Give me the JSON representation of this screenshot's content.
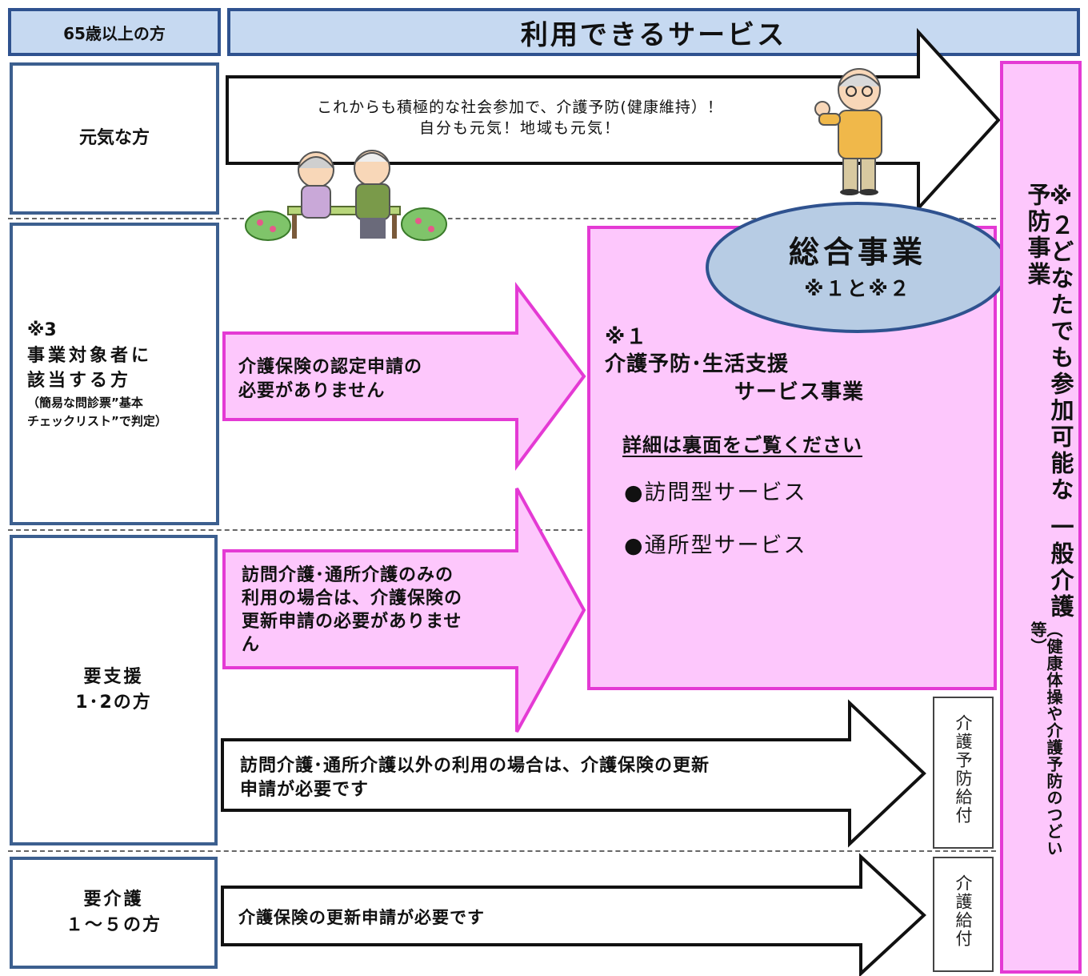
{
  "header": {
    "left_label": "65歳以上の方",
    "right_title": "利用できるサービス"
  },
  "rows": {
    "genki": {
      "label": "元気な方"
    },
    "jigyo": {
      "label_1": "※3",
      "label_2": "事業対象者に",
      "label_3": "該当する方",
      "label_4": "（簡易な問診票”基本",
      "label_5": "チェックリスト”で判定）"
    },
    "yoshien": {
      "label_1": "要支援",
      "label_2": "1･2の方"
    },
    "yokaigo": {
      "label_1": "要介護",
      "label_2": "１～５の方"
    }
  },
  "arrows": {
    "genki_line1": "これからも積極的な社会参加で、介護予防(健康維持）！",
    "genki_line2": "自分も元気！地域も元気！",
    "jigyo_line1": "介護保険の認定申請の",
    "jigyo_line2": "必要がありません",
    "yoshien_pink_line1": "訪問介護･通所介護のみの",
    "yoshien_pink_line2": "利用の場合は、介護保険の",
    "yoshien_pink_line3": "更新申請の必要がありませ",
    "yoshien_pink_line4": "ん",
    "yoshien_white_line1": "訪問介護･通所介護以外の利用の場合は、介護保険の更新",
    "yoshien_white_line2": "申請が必要です",
    "yokaigo_line1": "介護保険の更新申請が必要です"
  },
  "sogo": {
    "title": "総合事業",
    "subtitle": "※１と※２"
  },
  "service_box": {
    "note": "※１",
    "title_line1": "介護予防･生活支援",
    "title_line2": "サービス事業",
    "detail_link": "詳細は裏面をご覧ください",
    "item1": "●訪問型サービス",
    "item2": "●通所型サービス"
  },
  "side_boxes": {
    "yobo_kyufu": "介護予防給付",
    "kaigo_kyufu": "介護給付"
  },
  "right_column": {
    "main": "※２どなたでも参加可能な 一般介護予防事業",
    "sub": "（健康体操や介護予防のつどい等）"
  },
  "colors": {
    "header_fill": "#c6d9f1",
    "header_border": "#2f528f",
    "pink_fill": "#fdc7fc",
    "pink_border": "#e43ad4",
    "ellipse_fill": "#b7cce4",
    "ellipse_border": "#2f528f"
  }
}
